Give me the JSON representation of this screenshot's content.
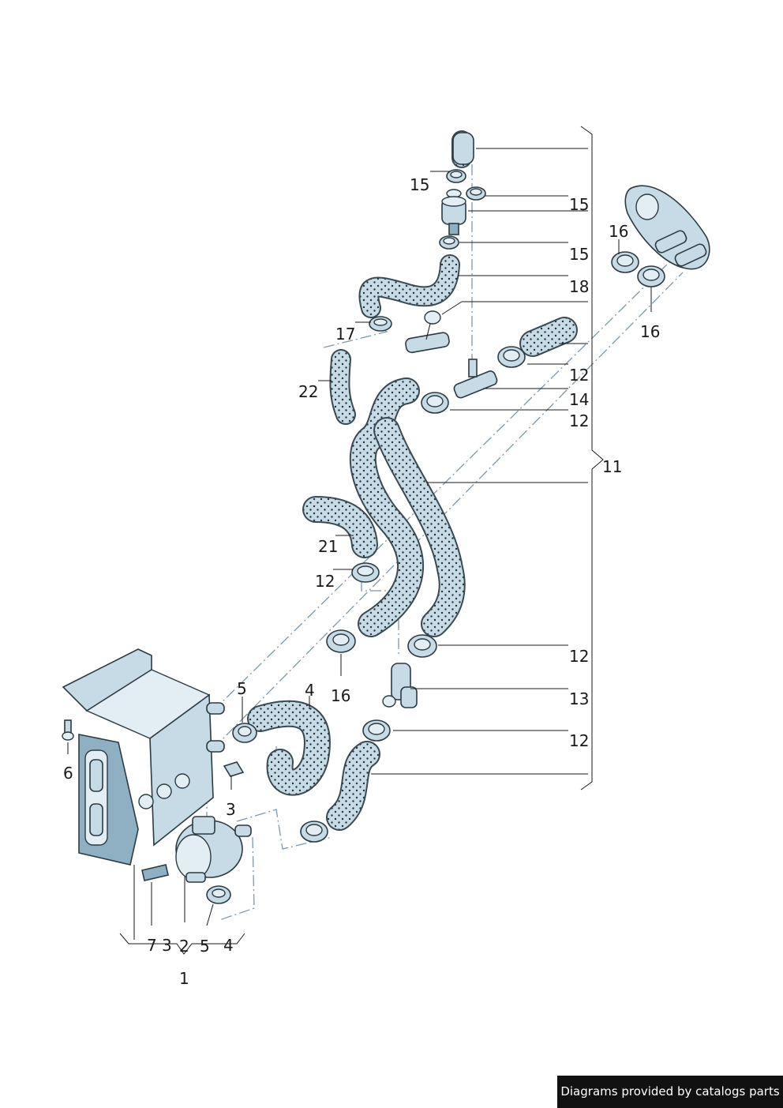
{
  "callouts": {
    "c15a": "15",
    "c15b": "15",
    "c15c": "15",
    "c18": "18",
    "c16a": "16",
    "c16b": "16",
    "c17": "17",
    "c22": "22",
    "c12a": "12",
    "c14": "14",
    "c12b": "12",
    "c11": "11",
    "c21": "21",
    "c12c": "12",
    "c12d": "12",
    "c16c": "16",
    "c13": "13",
    "c12e": "12",
    "c5": "5",
    "c4": "4",
    "c6": "6",
    "c3": "3",
    "c7": "7",
    "c3b": "3",
    "c2": "2",
    "c5b": "5",
    "c4b": "4",
    "c1": "1"
  },
  "footer": {
    "text": "Diagrams provided by catalogs parts"
  }
}
